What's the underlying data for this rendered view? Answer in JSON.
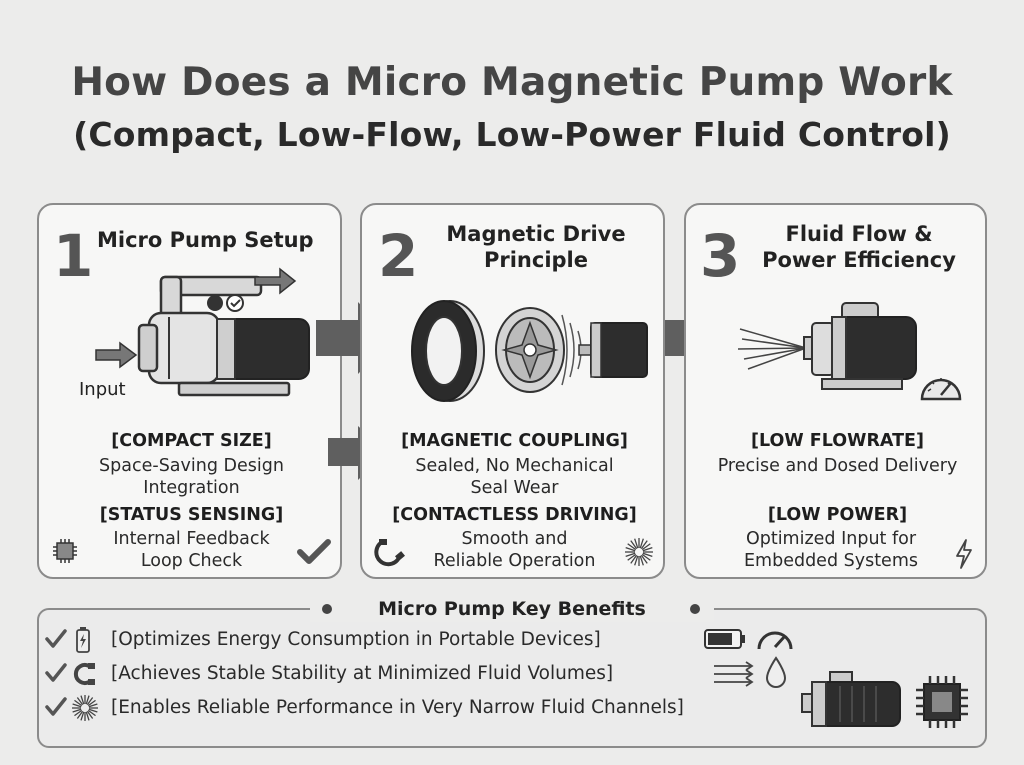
{
  "title": {
    "line1": "How Does a Micro Magnetic Pump Work",
    "line2": "(Compact, Low-Flow, Low-Power Fluid Control)"
  },
  "panels": [
    {
      "number": "1",
      "title": "Micro Pump Setup",
      "input_label": "Input",
      "sections": [
        {
          "heading": "[COMPACT SIZE]",
          "lines": [
            "Space-Saving Design",
            "Integration"
          ]
        },
        {
          "heading": "[STATUS SENSING]",
          "lines": [
            "Internal Feedback",
            "Loop Check"
          ]
        }
      ],
      "icons": [
        "pump-icon",
        "chip-icon",
        "checkmark-icon"
      ]
    },
    {
      "number": "2",
      "title_lines": [
        "Magnetic Drive",
        "Principle"
      ],
      "sections": [
        {
          "heading": "[MAGNETIC COUPLING]",
          "lines": [
            "Sealed, No Mechanical",
            "Seal Wear"
          ]
        },
        {
          "heading": "[CONTACTLESS DRIVING]",
          "lines": [
            "Smooth and",
            "Reliable Operation"
          ]
        }
      ],
      "icons": [
        "magnet-ring-icon",
        "impeller-icon",
        "motor-icon",
        "horseshoe-magnet-icon",
        "starburst-icon"
      ]
    },
    {
      "number": "3",
      "title_lines": [
        "Fluid Flow &",
        "Power Efficiency"
      ],
      "sections": [
        {
          "heading": "[LOW FLOWRATE]",
          "lines": [
            "Precise and Dosed Delivery"
          ]
        },
        {
          "heading": "[LOW POWER]",
          "lines": [
            "Optimized Input for",
            "Embedded Systems"
          ]
        }
      ],
      "icons": [
        "pump-spray-icon",
        "gauge-icon",
        "lightning-icon"
      ]
    }
  ],
  "benefits": {
    "title": "Micro Pump Key Benefits",
    "items": [
      {
        "text": "[Optimizes Energy Consumption in Portable Devices]",
        "icon": "battery-icon",
        "end_icons": [
          "battery-bar-icon",
          "gauge-icon"
        ]
      },
      {
        "text": "[Achieves Stable Stability at Minimized Fluid Volumes]",
        "icon": "magnet-icon",
        "end_icons": [
          "flow-arrows-icon",
          "droplet-icon"
        ]
      },
      {
        "text": "[Enables Reliable Performance in Very Narrow Fluid Channels]",
        "icon": "starburst-icon",
        "end_icons": []
      }
    ],
    "footer_icons": [
      "motor-icon",
      "chip-icon"
    ]
  },
  "colors": {
    "background": "#ececeb",
    "panel_bg": "#f7f7f6",
    "border": "#8b8b8b",
    "arrow": "#5f5f5f",
    "text": "#2b2b2b"
  }
}
